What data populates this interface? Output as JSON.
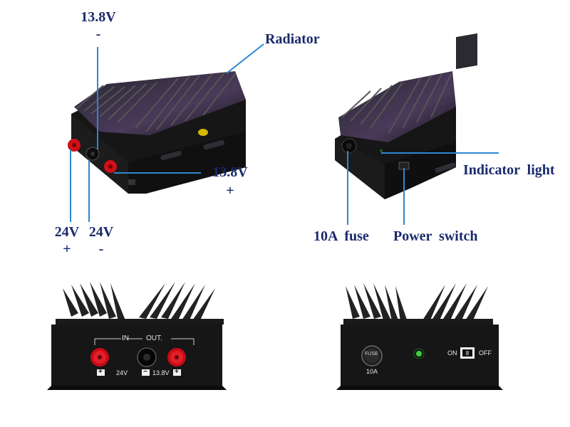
{
  "colors": {
    "label": "#1a2a6c",
    "pointer": "#2f86d1",
    "body": "#151515",
    "fin": "#1e1e22",
    "terminal_red": "#d01018"
  },
  "callouts": {
    "out_neg_voltage": "13.8V",
    "out_neg_sign": "-",
    "radiator": "Radiator",
    "out_pos_voltage": "13.8V",
    "out_pos_sign": "+",
    "in_pos_voltage": "24V",
    "in_pos_sign": "+",
    "in_neg_voltage": "24V",
    "in_neg_sign": "-",
    "indicator_light": "Indicator  light",
    "fuse": "10A  fuse",
    "power_switch": "Power  switch"
  },
  "front_panel": {
    "in_label": "IN",
    "out_label": "OUT.",
    "in_voltage": "24V",
    "out_voltage": "13.8V",
    "plus_left": "+",
    "minus": "−",
    "plus_right": "+"
  },
  "rear_panel": {
    "fuse_cap_text": "FUSE",
    "fuse_rating": "10A",
    "on_label": "ON",
    "off_label": "OFF"
  },
  "icons": [
    "terminal-red-icon",
    "terminal-black-icon",
    "fuse-holder-icon",
    "indicator-led-icon",
    "rocker-switch-icon"
  ]
}
